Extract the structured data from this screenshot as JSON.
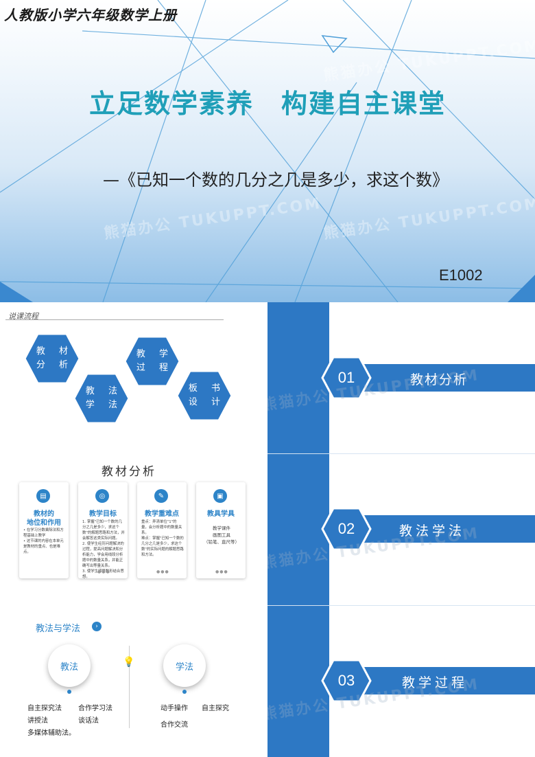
{
  "cover": {
    "top_label": "人教版小学六年级数学上册",
    "title": "立足数学素养　构建自主课堂",
    "subtitle": "—《已知一个数的几分之几是多少，求这个数》",
    "code": "E1002",
    "watermark": "熊猫办公 TUKUPPT.COM"
  },
  "flow": {
    "label": "说课流程",
    "hexes": [
      {
        "line1": "教 材",
        "line2": "分 析"
      },
      {
        "line1": "教 学",
        "line2": "过 程"
      },
      {
        "line1": "教 法",
        "line2": "学 法"
      },
      {
        "line1": "板 书",
        "line2": "设 计"
      }
    ]
  },
  "analysis": {
    "title": "教材分析",
    "cards": [
      {
        "icon": "book-icon",
        "title": "教材的\n地位和作用",
        "body": "• 在学习分数乘除法和方程基础上教学\n• 这节课的内容在本单元是教材的重点、也是难点。"
      },
      {
        "icon": "target-icon",
        "title": "教学目标",
        "body": "1. 掌握\"已知一个数的几分之几是多少，求这个数\"的解题思路和方法，并会解答这类实际问题。\n2. 使学生经历问题解决的过程，提高问题解决和分析能力，学会用线段分析题中的数量关系，并能正确写出等量关系。\n3. 使学生感悟数形结合思想。"
      },
      {
        "icon": "key-icon",
        "title": "教学重难点",
        "body": "重点：弄清单位\"1\"的量，会分析题中的数量关系。\n难点：掌握\"已知一个数的几分之几是多少，求这个数\"的实际问题的解题思路和方法。"
      },
      {
        "icon": "tools-icon",
        "title": "教具学具",
        "body": "教学课件\n画图工具\n（铅笔、直尺等）"
      }
    ]
  },
  "methods": {
    "title": "教法与学法",
    "teach_label": "教法",
    "learn_label": "学法",
    "teach_items": [
      "自主探究法",
      "合作学习法",
      "讲授法",
      "谈话法",
      "多媒体辅助法。"
    ],
    "learn_items": [
      "动手操作",
      "自主探究",
      "合作交流"
    ]
  },
  "menu": [
    {
      "num": "01",
      "label": "教材分析"
    },
    {
      "num": "02",
      "label": "教法学法"
    },
    {
      "num": "03",
      "label": "教学过程"
    }
  ],
  "colors": {
    "primary": "#2d78c4",
    "title": "#1f9fb8"
  }
}
